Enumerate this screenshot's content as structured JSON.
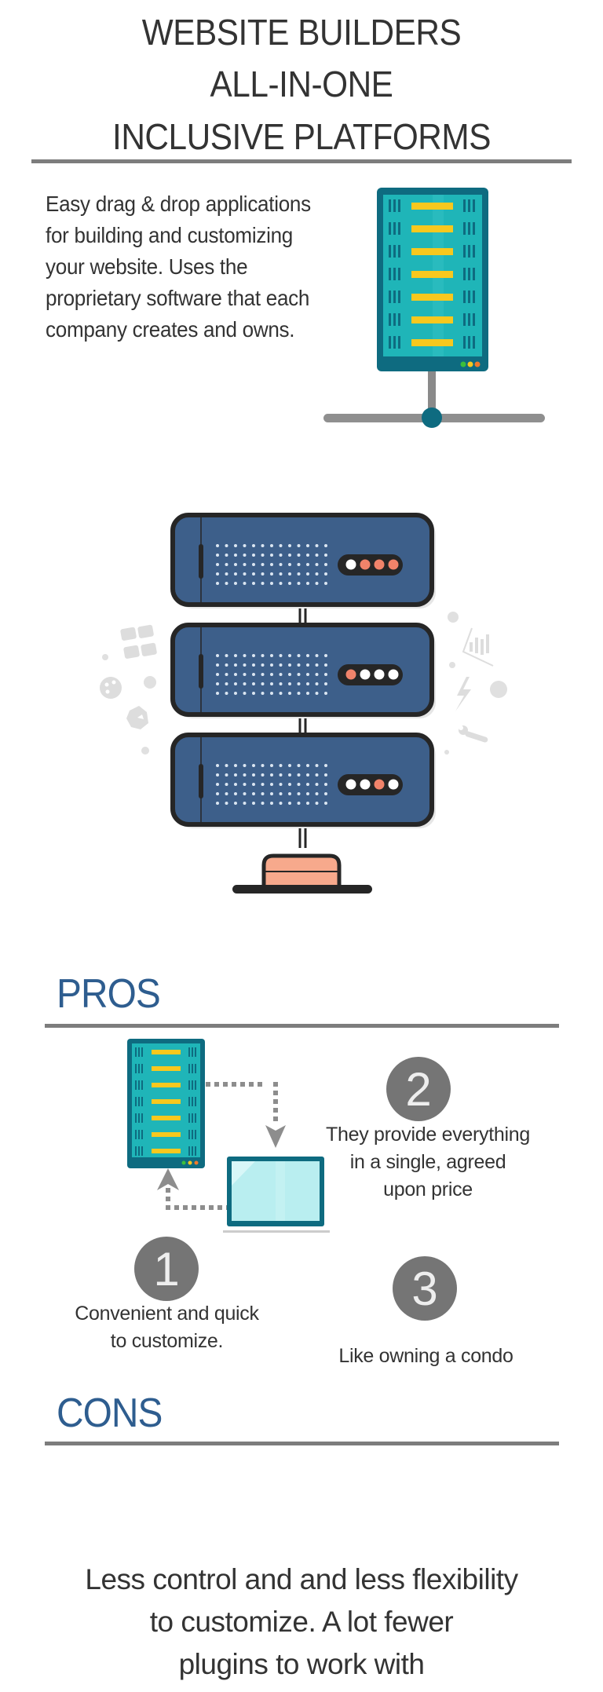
{
  "header": {
    "title_lines": [
      "WEBSITE BUILDERS",
      "ALL-IN-ONE",
      "INCLUSIVE PLATFORMS"
    ]
  },
  "intro": {
    "lines": [
      "Easy drag & drop applications",
      "for building and customizing",
      "your website. Uses the",
      "proprietary software that each",
      "company creates and owns."
    ],
    "icon": "server-network-icon"
  },
  "hero_illustration": {
    "icon": "server-stack-icon",
    "decorative_icons": [
      "apps-grid-icon",
      "palette-icon",
      "puzzle-icon",
      "bar-chart-icon",
      "lightning-icon",
      "wrench-icon"
    ]
  },
  "pros": {
    "heading": "PROS",
    "items": [
      {
        "number": "1",
        "lines": [
          "Convenient and quick",
          "to customize."
        ]
      },
      {
        "number": "2",
        "lines": [
          "They provide everything",
          "in a single, agreed",
          "upon price"
        ]
      },
      {
        "number": "3",
        "lines": [
          "Like owning a condo"
        ]
      }
    ],
    "illustration_icons": [
      "server-icon",
      "laptop-icon",
      "sync-arrows-icon"
    ]
  },
  "cons": {
    "heading": "CONS",
    "lines": [
      "Less control and and less flexibility",
      "to customize. A lot fewer",
      "plugins to work with"
    ]
  },
  "colors": {
    "heading_blue": "#2e5d8f",
    "rule_gray": "#7d7d7d",
    "teal_server": "#1fb5b8",
    "teal_frame": "#0e6b80",
    "server_yellow": "#f7c81e",
    "stack_blue": "#3d5f8a",
    "stack_outline": "#262626",
    "accent_salmon": "#f1836a",
    "base_peach": "#f7a98c",
    "number_circle": "#757575"
  }
}
